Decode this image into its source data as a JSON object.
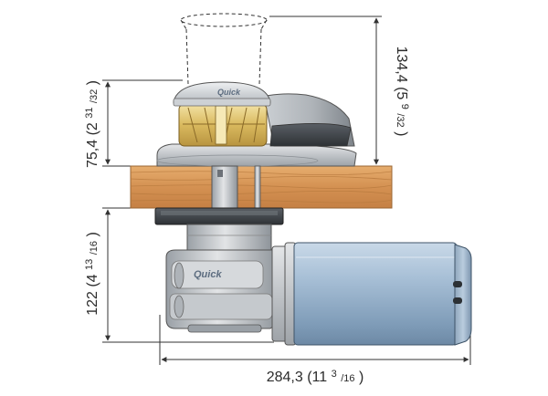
{
  "dimensions": {
    "total_height": {
      "value": "134,4",
      "imperial": "(5 ",
      "frac_num": "9",
      "frac_den": "/32",
      "close": ")"
    },
    "above_deck": {
      "value": "75,4",
      "imperial": "(2 ",
      "frac_num": "31",
      "frac_den": "/32",
      "close": ")"
    },
    "below_deck": {
      "value": "122",
      "imperial": "(4 ",
      "frac_num": "13",
      "frac_den": "/16",
      "close": ")"
    },
    "total_length": {
      "value": "284,3",
      "imperial": "(11 ",
      "frac_num": "3",
      "frac_den": "/16",
      "close": ")"
    }
  },
  "brand": {
    "top_logo": "Quick",
    "body_logo": "Quick"
  },
  "colors": {
    "deck_wood": "#d99a5b",
    "motor_blue": "#a9c1d8",
    "gypsy_gold": "#e0c878",
    "body_grey": "#c4c7cb",
    "dimension_line": "#333333"
  }
}
